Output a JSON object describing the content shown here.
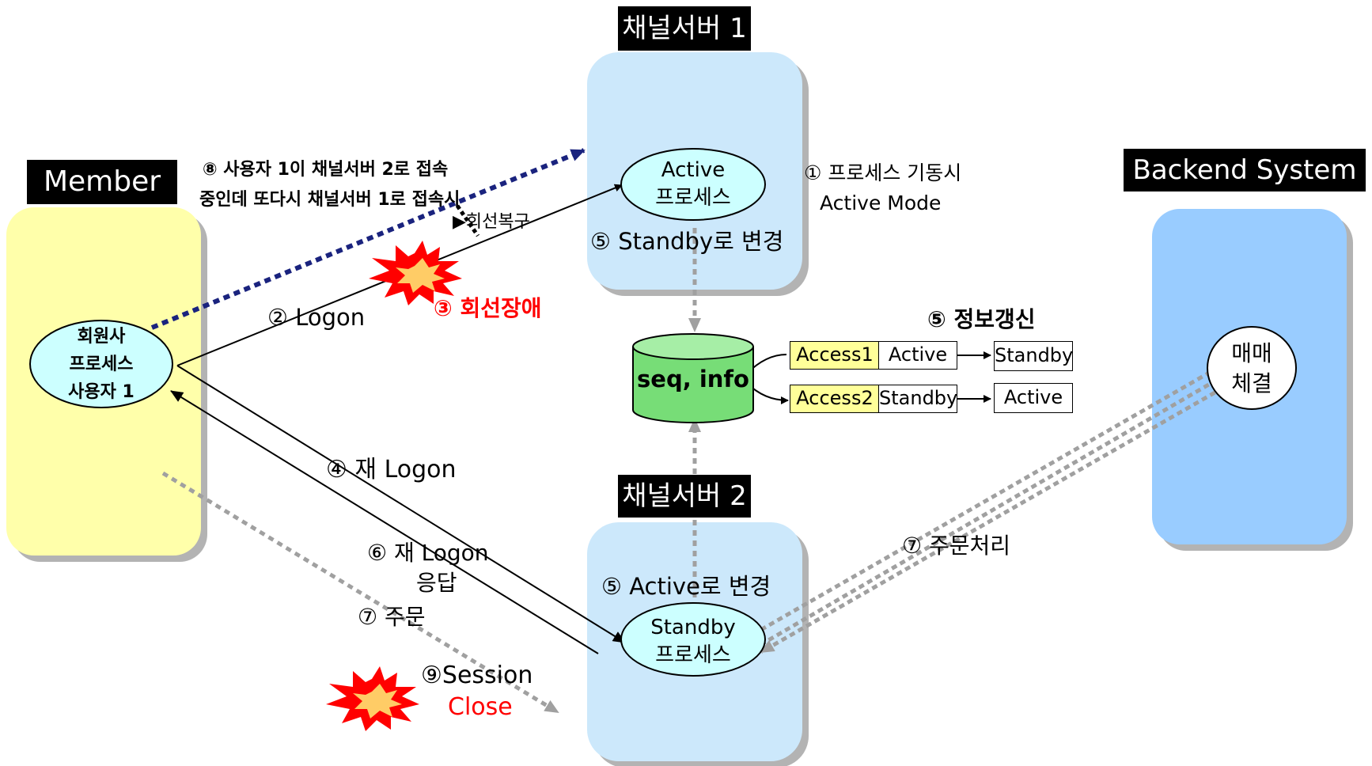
{
  "headers": {
    "member": "Member",
    "channel1": "채널서버 1",
    "channel2": "채널서버 2",
    "backend": "Backend System"
  },
  "nodes": {
    "member_process": [
      "회원사",
      "프로세스",
      "사용자 1"
    ],
    "active_process": [
      "Active",
      "프로세스"
    ],
    "standby_process": [
      "Standby",
      "프로세스"
    ],
    "db": "seq, info",
    "backend_process": [
      "매매",
      "체결"
    ]
  },
  "labels": {
    "step1": [
      "① 프로세스 기동시",
      "Active Mode"
    ],
    "step2": "② Logon",
    "step3": "③ 회선장애",
    "step4": "④ 재 Logon",
    "step5_standby": "⑤  Standby로 변경",
    "step5_active": "⑤  Active로 변경",
    "step5_info": "⑤  정보갱신",
    "step6": [
      "⑥ 재 Logon",
      "응답"
    ],
    "step7_order": "⑦   주문",
    "step7_process": "⑦   주문처리",
    "step8": [
      "⑧ 사용자 1이 채널서버 2로 접속",
      "중인데 또다시 채널서버 1로 접속시"
    ],
    "recovery": "▶회선복구",
    "step9": [
      "⑨Session",
      "Close"
    ]
  },
  "table": {
    "rows": [
      {
        "name": "Access1",
        "state": "Active",
        "next": "Standby"
      },
      {
        "name": "Access2",
        "state": "Standby",
        "next": "Active"
      }
    ]
  },
  "colors": {
    "member_fill": "#ffffaa",
    "channel_fill": "#cce8fb",
    "backend_fill": "#99ccff",
    "ellipse_fill": "#ccffff",
    "db_fill": "#77dd77",
    "access_fill": "#ffff99",
    "logon_dotted": "#1a237e",
    "gray_dotted": "#a0a0a0",
    "alert_red": "#ff0000"
  }
}
